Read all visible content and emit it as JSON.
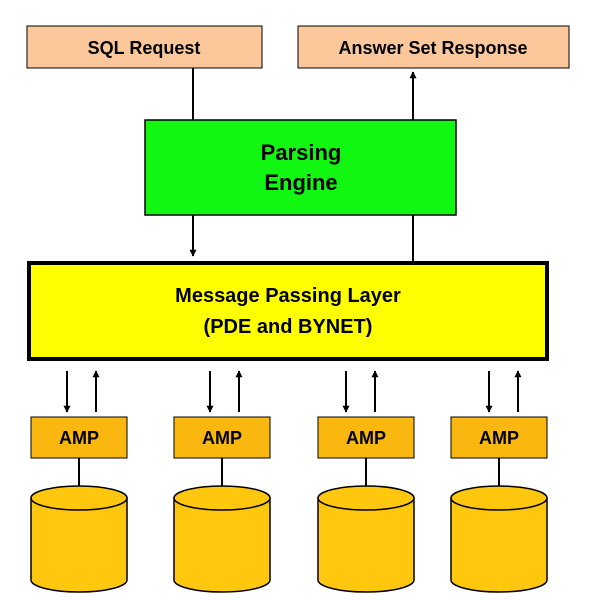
{
  "sql_request": {
    "label": "SQL Request"
  },
  "answer_set_response": {
    "label": "Answer Set Response"
  },
  "parsing_engine": {
    "line1": "Parsing",
    "line2": "Engine"
  },
  "message_passing_layer": {
    "line1": "Message Passing Layer",
    "line2": "(PDE and BYNET)"
  },
  "amps": [
    {
      "label": "AMP"
    },
    {
      "label": "AMP"
    },
    {
      "label": "AMP"
    },
    {
      "label": "AMP"
    }
  ],
  "colors": {
    "request_box": "#fcc89b",
    "parsing_engine": "#11f711",
    "message_layer": "#ffff00",
    "amp": "#f9b70f",
    "disk": "#ffc70e",
    "line": "#000000"
  }
}
